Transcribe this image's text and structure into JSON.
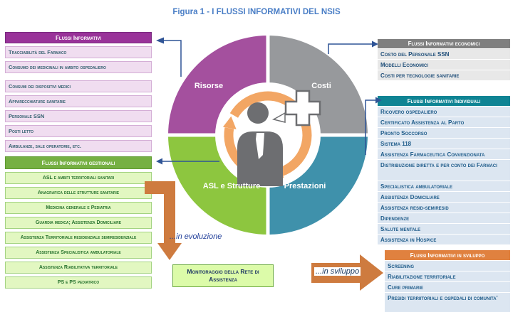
{
  "title": "Figura 1 - I FLUSSI INFORMATIVI DEL NSIS",
  "colors": {
    "title_blue": "#4A7EC6",
    "connector_navy": "#2F5496",
    "block_arrow_orange": "#CE7B3F",
    "cycle_arrow_orange": "#F2A664",
    "header_purple": "#993399",
    "header_green": "#76B043",
    "header_gray": "#7F7F7F",
    "header_teal": "#0F8494",
    "header_orange": "#E0813F",
    "monitoraggio_bg": "#DCFBA9"
  },
  "boxes": {
    "flussi_informativi": {
      "header": "Flussi Informativi",
      "items": [
        "Tracciabilità del Farmaco",
        "Consumo dei medicinali in ambito ospedaliero",
        "Consumi dei dispositivi medici",
        "Apparecchiature sanitarie",
        "Personale SSN",
        "Posti letto",
        "Ambulanze, sale operatorie, etc."
      ]
    },
    "flussi_gestionali": {
      "header": "Flussi Informativi gestionali",
      "items": [
        "ASL e ambiti territoriali sanitari",
        "Anagrafica delle strutture sanitarie",
        "Medicina generale e Pediatria",
        "Guardia medica; Assistenza Domiciliare",
        "Assistenza Territoriale residenziale semiresidenziale",
        "Assistenza Specialistica ambulatoriale",
        "Assistenza Riabilitativa territoriale",
        "PS e PS pediatrico"
      ]
    },
    "flussi_economici": {
      "header": "Flussi Informativi economici",
      "items": [
        "Costo del Personale SSN",
        "Modelli Economici",
        "Costi per tecnologie sanitarie"
      ]
    },
    "flussi_individuali": {
      "header": "Flussi Informativi Individuali",
      "items": [
        "Ricovero ospedaliero",
        "Certificato Assistenza al Parto",
        "Pronto Soccorso",
        "Sistema 118",
        "Assistenza Farmaceutica Convenzionata",
        "Distribuzione diretta e per conto dei Farmaci",
        "Specialistica ambulatoriale",
        "Assistenza Domiciliare",
        "Assistenza resid-semiresid",
        "Dipendenze",
        "Salute mentale",
        "Assistenza in Hospice"
      ]
    },
    "flussi_sviluppo": {
      "header": "Flussi Informativi in sviluppo",
      "items": [
        "Screening",
        "Riabilitazione territoriale",
        "Cure primarie",
        "Presidi terriitoriali e ospedali di comunita'"
      ]
    }
  },
  "wheel": {
    "quadrants": [
      {
        "label": "Risorse",
        "color": "#A4509E"
      },
      {
        "label": "Costi",
        "color": "#97999C"
      },
      {
        "label": "ASL e Strutture",
        "color": "#8DC63F"
      },
      {
        "label": "Prestazioni",
        "color": "#3F91AB"
      }
    ],
    "center_icon": "person-with-medical-cross"
  },
  "annotations": {
    "in_evoluzione": "...in evoluzione",
    "in_sviluppo": "...in sviluppo",
    "monitoraggio": "Monitoraggio della Rete di Assistenza"
  }
}
